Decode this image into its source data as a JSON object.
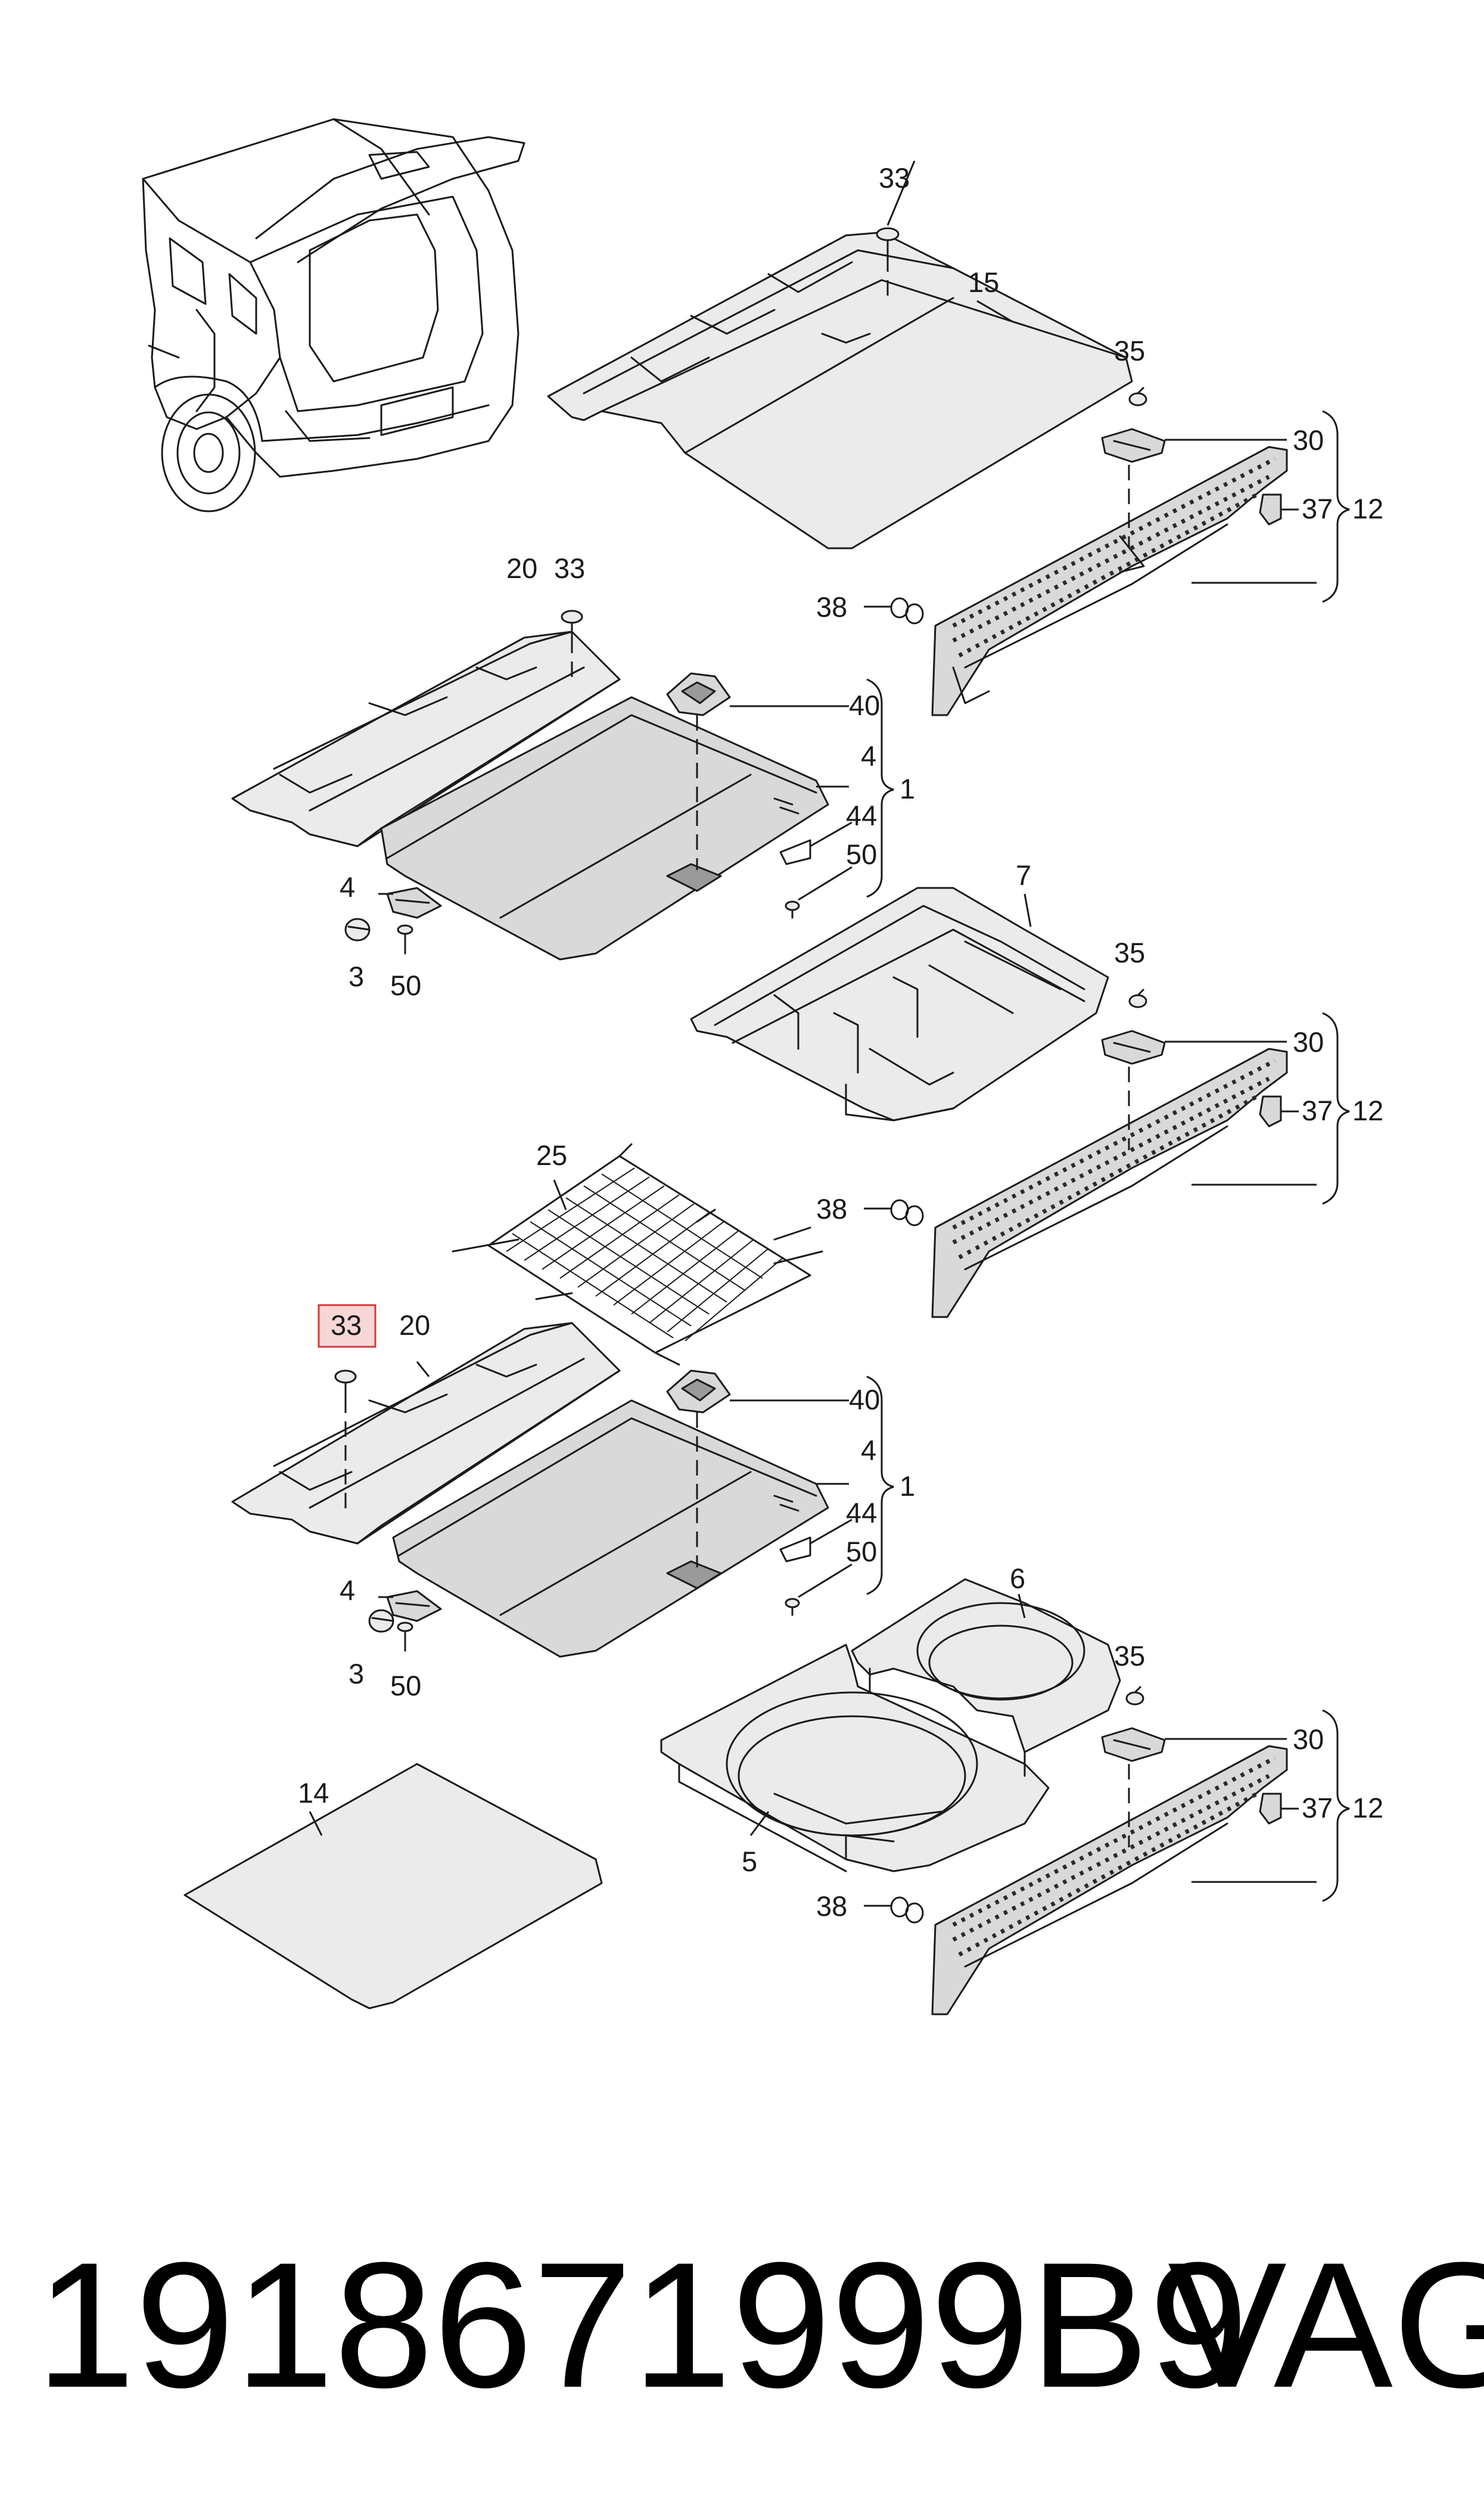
{
  "callouts": {
    "c1_33": "33",
    "c1_15": "15",
    "c1_35": "35",
    "c1_30": "30",
    "c1_37": "37",
    "c1_12": "12",
    "c1_38": "38",
    "c2_20": "20",
    "c2_33": "33",
    "c2_40": "40",
    "c2_4": "4",
    "c2_1": "1",
    "c2_44": "44",
    "c2_50": "50",
    "c2_4b": "4",
    "c2_3": "3",
    "c2_50b": "50",
    "c3_7": "7",
    "c3_35": "35",
    "c3_30": "30",
    "c3_37": "37",
    "c3_12": "12",
    "c3_38": "38",
    "c4_25": "25",
    "c4_33": "33",
    "c4_20": "20",
    "c4_40": "40",
    "c4_4": "4",
    "c4_1": "1",
    "c4_44": "44",
    "c4_50": "50",
    "c4_4b": "4",
    "c4_3": "3",
    "c4_50b": "50",
    "c5_6": "6",
    "c5_35": "35",
    "c5_30": "30",
    "c5_37": "37",
    "c5_12": "12",
    "c5_14": "14",
    "c5_5": "5",
    "c5_38": "38"
  },
  "highlighted_callout": "33",
  "footer": {
    "part_number": "1918671999B9",
    "brand": "VAG"
  }
}
